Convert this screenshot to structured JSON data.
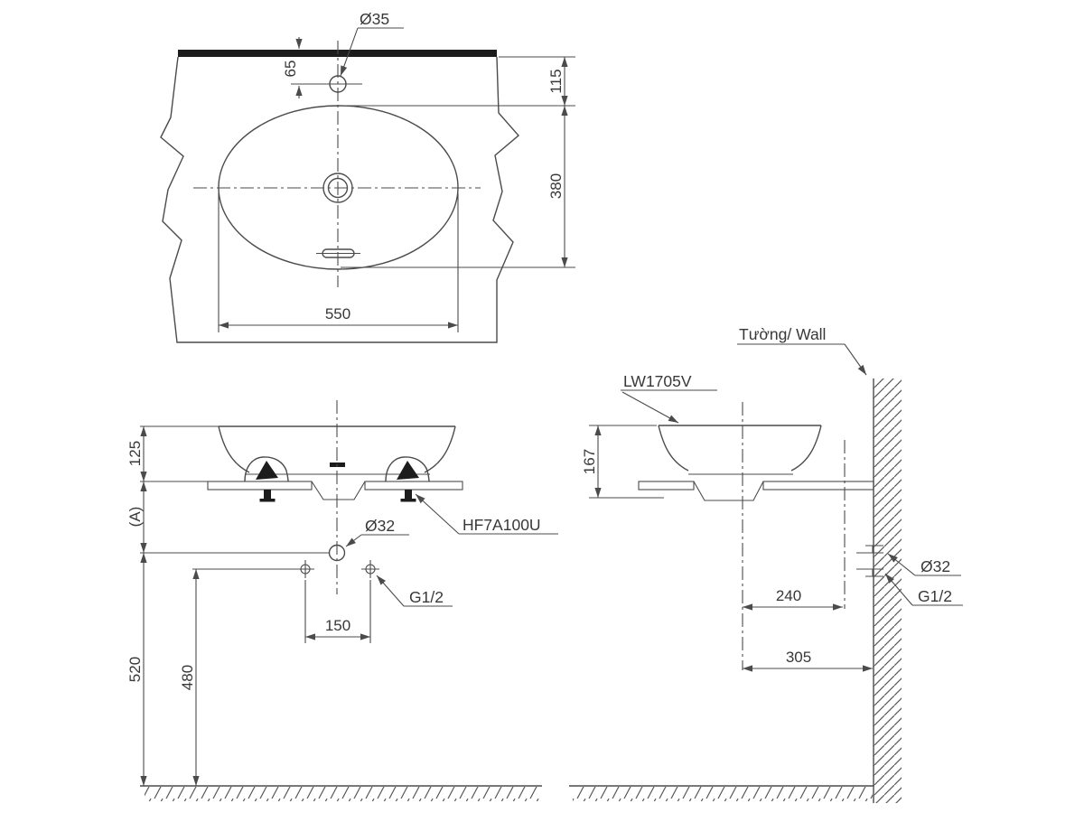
{
  "labels": {
    "wall": "Tường/ Wall",
    "product_code": "LW1705V",
    "mounting_hardware": "HF7A100U"
  },
  "top_view": {
    "faucet_hole_dia": "Ø35",
    "hole_to_wall": "65",
    "rim_to_wall": "115",
    "basin_depth": "380",
    "basin_width": "550"
  },
  "front_view": {
    "rim_above_counter": "125",
    "counter_to_drain": "(A)",
    "drain_dia": "Ø32",
    "supply_thread": "G1/2",
    "supply_spacing": "150",
    "drain_center_height": "520",
    "supply_height": "480"
  },
  "side_view": {
    "basin_height": "167",
    "center_to_supply": "240",
    "center_to_wall": "305",
    "drain_dia": "Ø32",
    "supply_thread": "G1/2"
  }
}
